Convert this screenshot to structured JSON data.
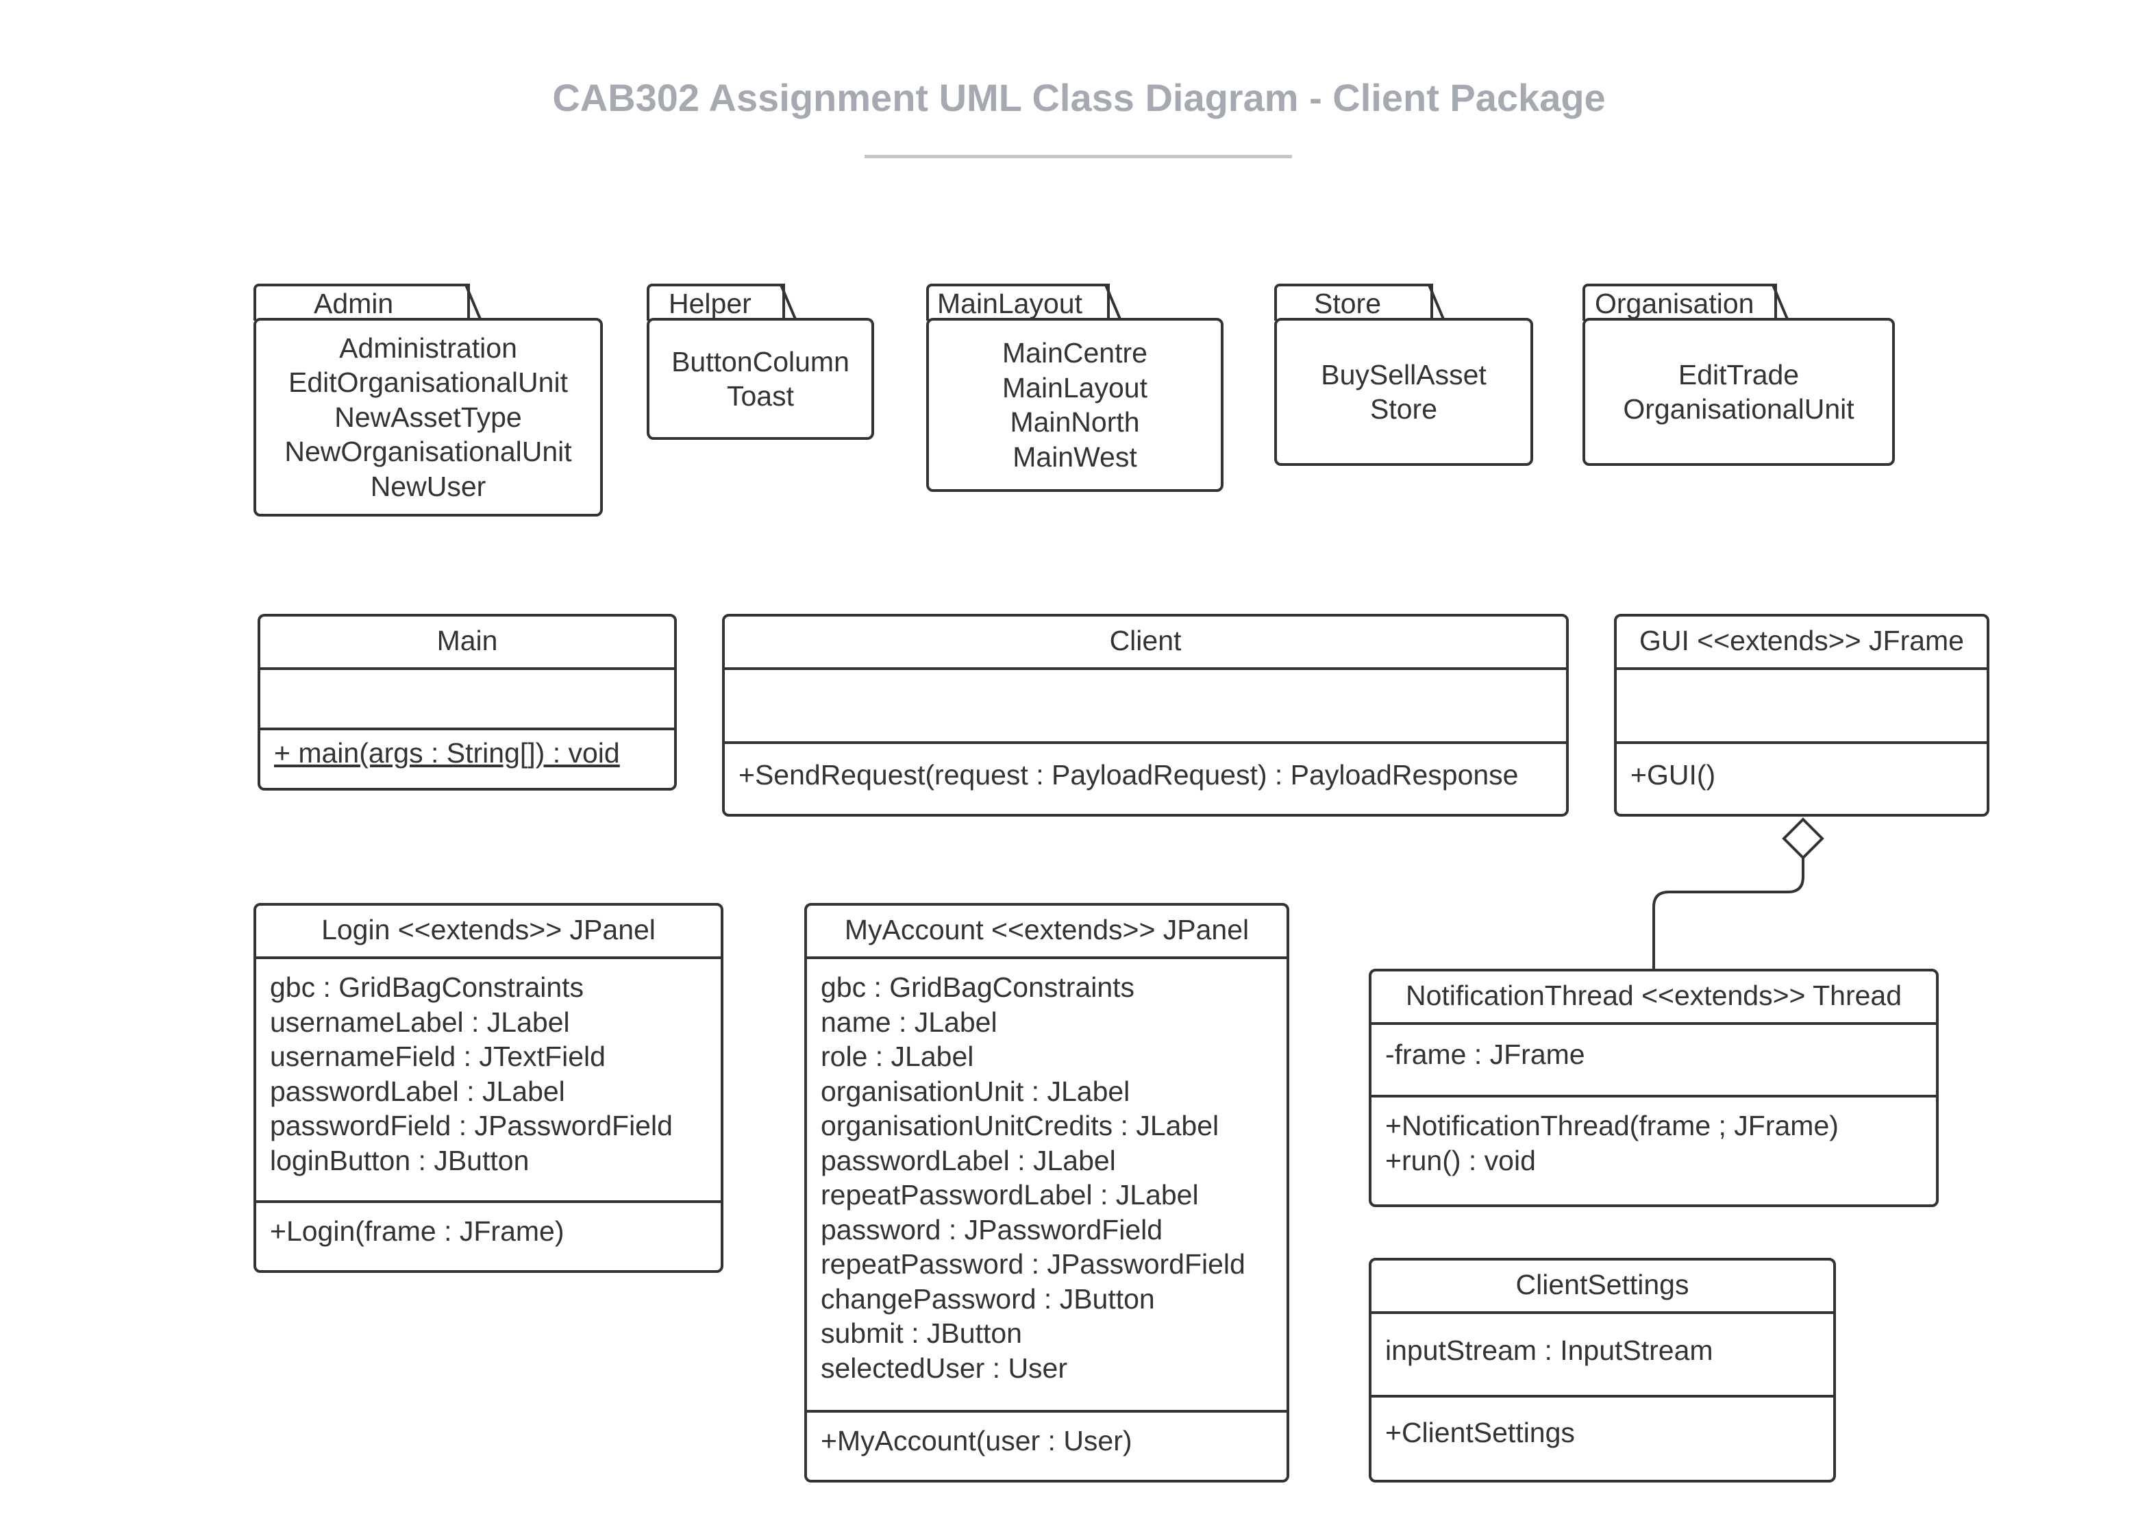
{
  "title": "CAB302 Assignment UML Class Diagram - Client Package",
  "packages": {
    "admin": {
      "name": "Admin",
      "members": [
        "Administration",
        "EditOrganisationalUnit",
        "NewAssetType",
        "NewOrganisationalUnit",
        "NewUser"
      ]
    },
    "helper": {
      "name": "Helper",
      "members": [
        "ButtonColumn",
        "Toast"
      ]
    },
    "mainlayout": {
      "name": "MainLayout",
      "members": [
        "MainCentre",
        "MainLayout",
        "MainNorth",
        "MainWest"
      ]
    },
    "store": {
      "name": "Store",
      "members": [
        "BuySellAsset",
        "Store"
      ]
    },
    "organisation": {
      "name": "Organisation",
      "members": [
        "EditTrade",
        "OrganisationalUnit"
      ]
    }
  },
  "classes": {
    "main": {
      "name": "Main",
      "attributes": [],
      "methods": [
        "+ main(args : String[]) : void"
      ]
    },
    "client": {
      "name": "Client",
      "attributes": [],
      "methods": [
        "+SendRequest(request : PayloadRequest) : PayloadResponse"
      ]
    },
    "gui": {
      "name": "GUI <<extends>> JFrame",
      "attributes": [],
      "methods": [
        "+GUI()"
      ]
    },
    "login": {
      "name": "Login <<extends>> JPanel",
      "attributes": [
        "gbc : GridBagConstraints",
        "usernameLabel : JLabel",
        "usernameField : JTextField",
        "passwordLabel : JLabel",
        "passwordField : JPasswordField",
        "loginButton : JButton"
      ],
      "methods": [
        "+Login(frame : JFrame)"
      ]
    },
    "myaccount": {
      "name": "MyAccount <<extends>> JPanel",
      "attributes": [
        "gbc : GridBagConstraints",
        "name : JLabel",
        "role : JLabel",
        "organisationUnit : JLabel",
        "organisationUnitCredits : JLabel",
        "passwordLabel : JLabel",
        "repeatPasswordLabel : JLabel",
        "password : JPasswordField",
        "repeatPassword : JPasswordField",
        "changePassword : JButton",
        "submit : JButton",
        "selectedUser : User"
      ],
      "methods": [
        "+MyAccount(user : User)"
      ]
    },
    "notification": {
      "name": "NotificationThread <<extends>> Thread",
      "attributes": [
        "-frame : JFrame"
      ],
      "methods": [
        "+NotificationThread(frame ; JFrame)",
        "+run() : void"
      ]
    },
    "clientsettings": {
      "name": "ClientSettings",
      "attributes": [
        "inputStream : InputStream"
      ],
      "methods": [
        "+ClientSettings"
      ]
    }
  },
  "colors": {
    "stroke": "#333333",
    "title": "#a5a9b2",
    "rule": "#c4c6cb"
  }
}
